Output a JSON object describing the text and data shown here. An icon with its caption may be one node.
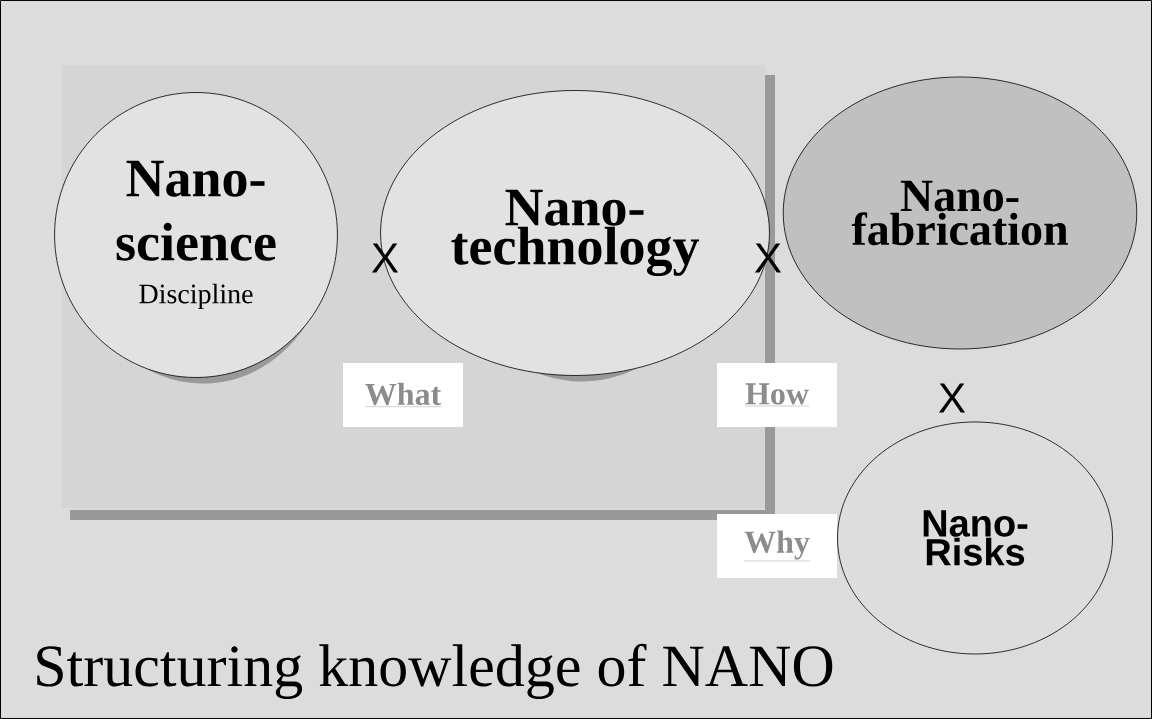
{
  "diagram": {
    "title": "Structuring knowledge of NANO",
    "nodes": [
      {
        "text": [
          "Nano- science",
          "Discipline"
        ]
      },
      {
        "text": [
          "Nano- technology"
        ]
      },
      {
        "text": [
          "Nano- fabrication"
        ]
      },
      {
        "text": [
          "Nano- Risks"
        ]
      }
    ],
    "labels": [
      "X",
      "X",
      "What",
      "How",
      "X",
      "Why"
    ]
  }
}
